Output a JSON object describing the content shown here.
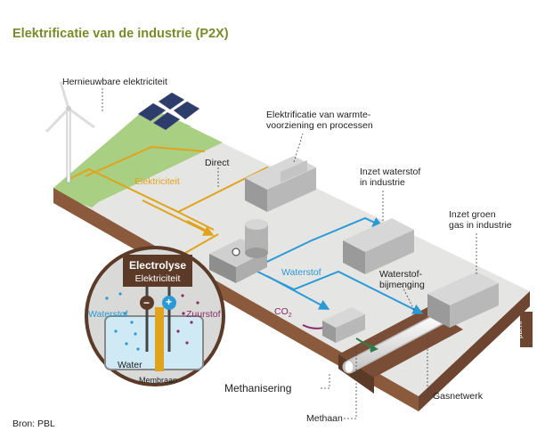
{
  "title": "Elektrificatie van de industrie (P2X)",
  "source": "Bron: PBL",
  "labels": {
    "renewable": "Hernieuwbare elektriciteit",
    "heat": "Elektrificatie van warmte-\nvoorziening en processen",
    "direct": "Direct",
    "elektriciteit": "Elektriciteit",
    "hydrogen_industry": "Inzet waterstof\nin industrie",
    "green_gas": "Inzet groen\ngas in industrie",
    "waterstof": "Waterstof",
    "blending": "Waterstof-\nbijmenging",
    "co2": "CO",
    "co2_sub": "2",
    "methanisation": "Methanisering",
    "methane": "Methaan",
    "gas_grid": "Gasnetwerk",
    "watermark": "pbl.nl"
  },
  "inset": {
    "header": "Electrolyse",
    "sub": "Elektriciteit",
    "minus": "−",
    "plus": "+",
    "hydrogen": "Waterstof",
    "oxygen": "Zuurstof",
    "water": "Water",
    "membrane": "Membraan"
  },
  "colors": {
    "title": "#7a8a2a",
    "electricity": "#e0a41c",
    "hydrogen": "#2a9ad6",
    "methane": "#2e7d4f",
    "co2": "#8a2a6a",
    "grass": "#a9cf83",
    "ground_top": "#e5e5e3",
    "earth": "#8b5a3c",
    "brown_dark": "#5c3a28"
  },
  "icons": [
    "wind-turbine-icon",
    "solar-panel-icon",
    "factory-icon",
    "gas-tank-icon",
    "pipeline-icon"
  ]
}
